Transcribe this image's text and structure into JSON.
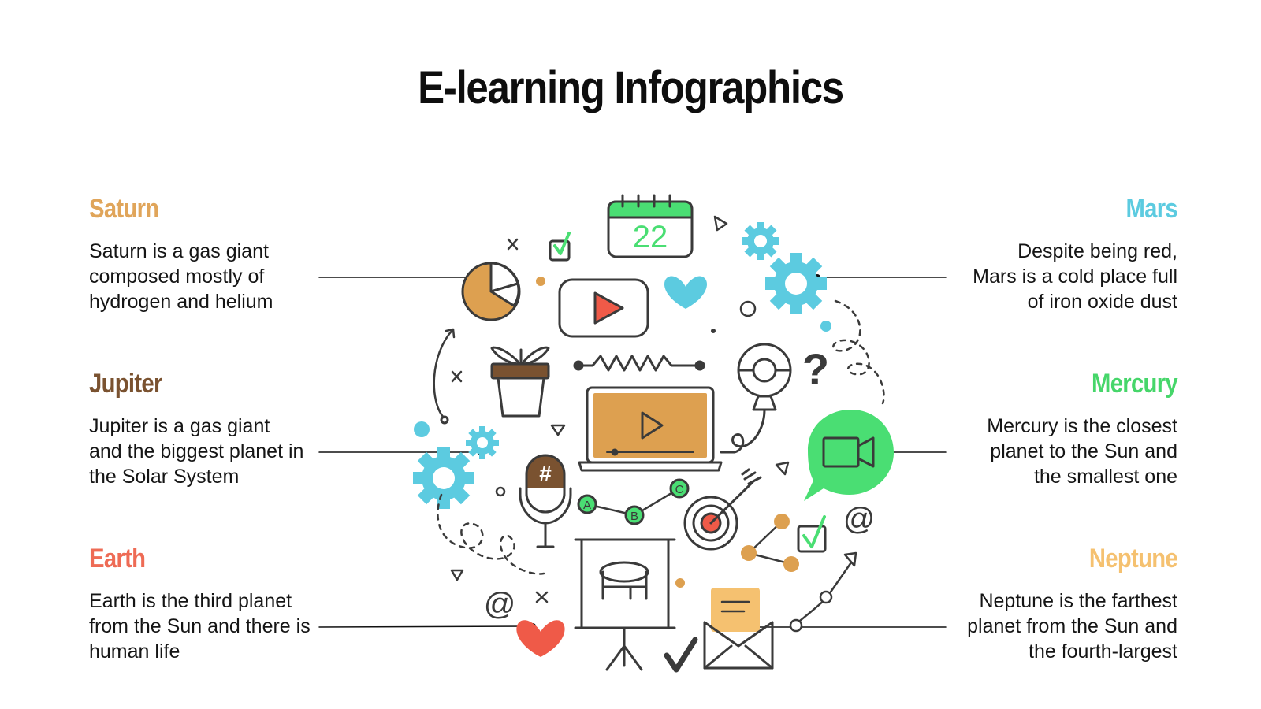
{
  "title": "E-learning Infographics",
  "colors": {
    "saturn": "#e0a55a",
    "jupiter": "#7a5230",
    "earth": "#ee6b55",
    "mars": "#5ccbe0",
    "mercury": "#46d66a",
    "neptune": "#f5c170",
    "outline": "#3a3a3a",
    "teal": "#5ccbe0",
    "green": "#4ade73",
    "orange": "#dda050",
    "red": "#ef5a48"
  },
  "items": [
    {
      "key": "saturn",
      "heading": "Saturn",
      "text": "Saturn is a gas giant composed mostly of hydrogen and helium"
    },
    {
      "key": "jupiter",
      "heading": "Jupiter",
      "text": "Jupiter is a gas giant and the biggest planet in the Solar System"
    },
    {
      "key": "earth",
      "heading": "Earth",
      "text": "Earth is the third planet from the Sun and there is human life"
    },
    {
      "key": "mars",
      "heading": "Mars",
      "text": "Despite being red, Mars is a cold place full of iron oxide dust"
    },
    {
      "key": "mercury",
      "heading": "Mercury",
      "text": "Mercury is the closest planet to the Sun and the smallest one"
    },
    {
      "key": "neptune",
      "heading": "Neptune",
      "text": "Neptune is the farthest planet from the Sun and the fourth-largest"
    }
  ],
  "icons": {
    "calendar_day": "22",
    "mic_hash": "#",
    "node_labels": [
      "A",
      "B",
      "C"
    ],
    "at_sign": "@",
    "question_mark": "?"
  }
}
